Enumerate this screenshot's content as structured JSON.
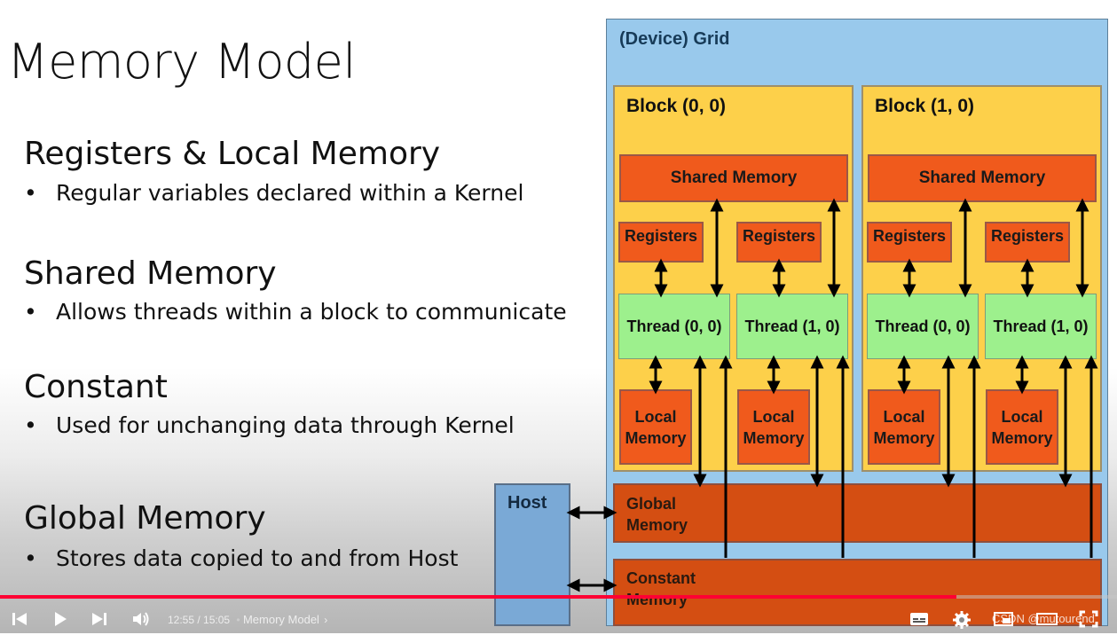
{
  "slide": {
    "title": "Memory Model",
    "sections": [
      {
        "heading": "Registers & Local Memory",
        "bullet": "Regular variables declared within a Kernel"
      },
      {
        "heading": "Shared Memory",
        "bullet": "Allows threads within a block to communicate"
      },
      {
        "heading": "Constant",
        "bullet": "Used for unchanging data through Kernel"
      },
      {
        "heading": "Global Memory",
        "bullet": "Stores data copied to and from Host"
      }
    ],
    "bullet_glyph": "•"
  },
  "diagram": {
    "grid_label": "(Device) Grid",
    "blocks": [
      {
        "label": "Block (0, 0)",
        "shared": "Shared Memory",
        "registers": [
          "Registers",
          "Registers"
        ],
        "threads": [
          "Thread (0, 0)",
          "Thread (1, 0)"
        ],
        "local": [
          "Local Memory",
          "Local Memory"
        ]
      },
      {
        "label": "Block (1, 0)",
        "shared": "Shared Memory",
        "registers": [
          "Registers",
          "Registers"
        ],
        "threads": [
          "Thread (0, 0)",
          "Thread (1, 0)"
        ],
        "local": [
          "Local Memory",
          "Local Memory"
        ]
      }
    ],
    "global_memory": "Global Memory",
    "constant_memory": "Constant Memory",
    "host": "Host"
  },
  "player": {
    "current_time": "12:55",
    "duration": "15:05",
    "chapter": "Memory Model",
    "progress": 0.856,
    "icons": [
      "prev-icon",
      "play-icon",
      "next-icon",
      "volume-icon",
      "subtitles-icon",
      "settings-icon",
      "miniplayer-icon",
      "theater-icon",
      "fullscreen-icon"
    ],
    "accent": "#ff0033"
  },
  "watermark": "CSDN @mutourend"
}
